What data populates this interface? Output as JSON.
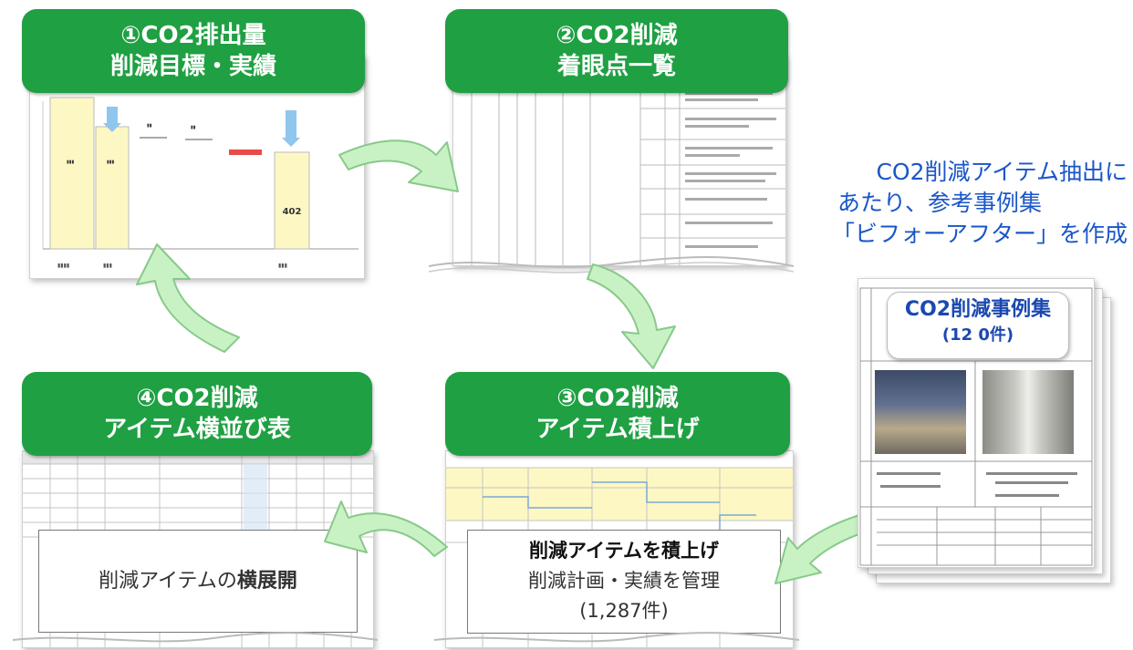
{
  "colors": {
    "green": "#1fa043",
    "light_green": "#c8f2c4",
    "blue_text": "#1a56c8"
  },
  "step1": {
    "line1": "①CO2排出量",
    "line2": "削減目標・実績"
  },
  "step2": {
    "line1": "②CO2削減",
    "line2": "着眼点一覧"
  },
  "step3": {
    "line1": "③CO2削減",
    "line2": "アイテム積上げ"
  },
  "step4": {
    "line1": "④CO2削減",
    "line2": "アイテム横並び表"
  },
  "chart1": {
    "bar_labels": [
      "402"
    ]
  },
  "note": {
    "line1": "CO2削減アイテム抽出に",
    "line2": "あたり、参考事例集",
    "line3": "「ビフォーアフター」を作成"
  },
  "casebook": {
    "title": "CO2削減事例集",
    "count": "(12 0件)"
  },
  "box3": {
    "title": "削減アイテムを積上げ",
    "sub": "削減計画・実績を管理",
    "count": "(1,287件)"
  },
  "box4": {
    "text_plain": "削減アイテムの",
    "text_bold": "横展開"
  },
  "icons": [
    "cycle-arrow",
    "photo-placeholder"
  ]
}
